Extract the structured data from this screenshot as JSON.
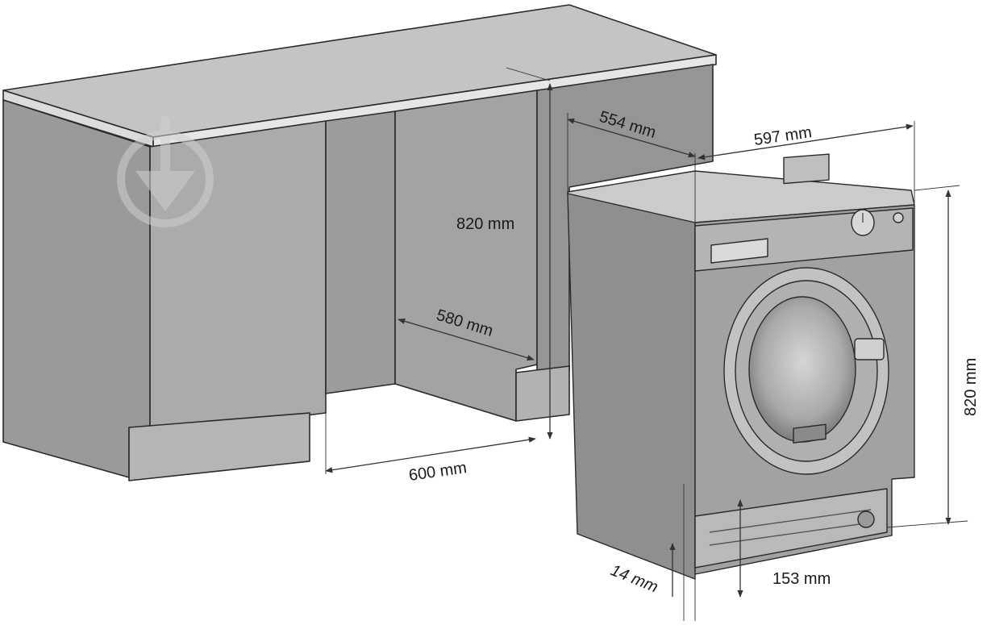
{
  "dimensions": {
    "niche_height": "820 mm",
    "niche_depth": "580 mm",
    "niche_width": "600 mm",
    "machine_depth": "554 mm",
    "machine_width": "597 mm",
    "machine_height": "820 mm",
    "plinth_height": "153 mm",
    "foot_gap": "14 mm"
  },
  "colors": {
    "cabinet_front": "#a8a8a8",
    "cabinet_side": "#8e8e8e",
    "countertop": "#c4c4c4",
    "machine_body": "#9d9d9d",
    "machine_top": "#c9c9c9",
    "edge": "#2a2a2a",
    "dimension_line": "#333333"
  },
  "icons": [
    "watermark-logo-icon",
    "door-porthole-icon",
    "control-knob-icon"
  ]
}
